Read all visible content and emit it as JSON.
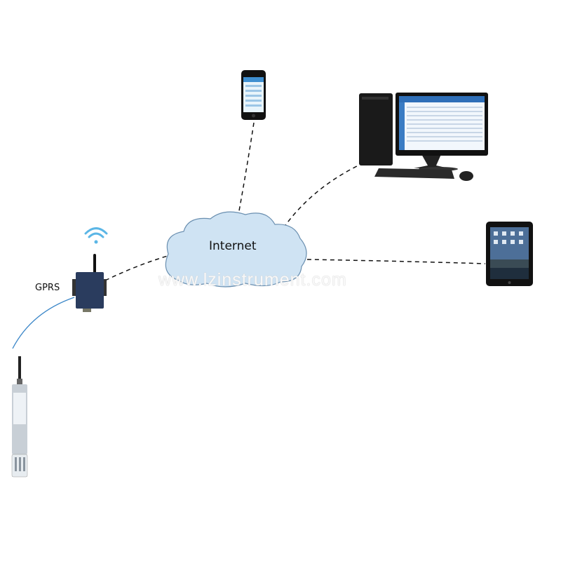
{
  "cloud": {
    "label": "Internet"
  },
  "link": {
    "label": "GPRS"
  },
  "watermark": "www.lzinstrument.com",
  "colors": {
    "cloud_fill": "#cfe3f3",
    "cloud_stroke": "#6a8fb0",
    "wifi": "#5bb6e6",
    "gprs_line": "#3a86c8",
    "router": "#2a3c5e"
  }
}
